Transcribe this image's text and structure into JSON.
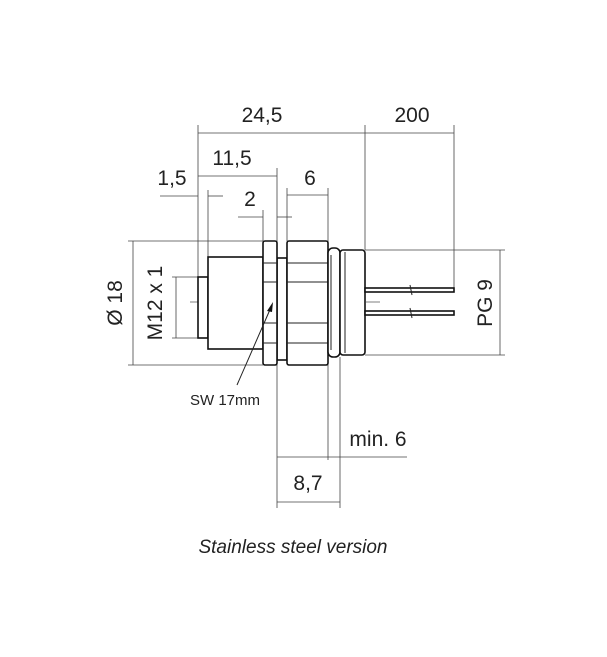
{
  "dimensions": {
    "overall_length": "24,5",
    "cable_length": "200",
    "front_length": "11,5",
    "front_offset": "1,5",
    "nut_width": "2",
    "rear_nut_width": "6",
    "diameter": "Ø 18",
    "thread": "M12 x 1",
    "cable_gland": "PG 9",
    "wrench_size": "SW 17mm",
    "min_panel": "min. 6",
    "panel_max": "8,7"
  },
  "caption": "Stainless steel version"
}
